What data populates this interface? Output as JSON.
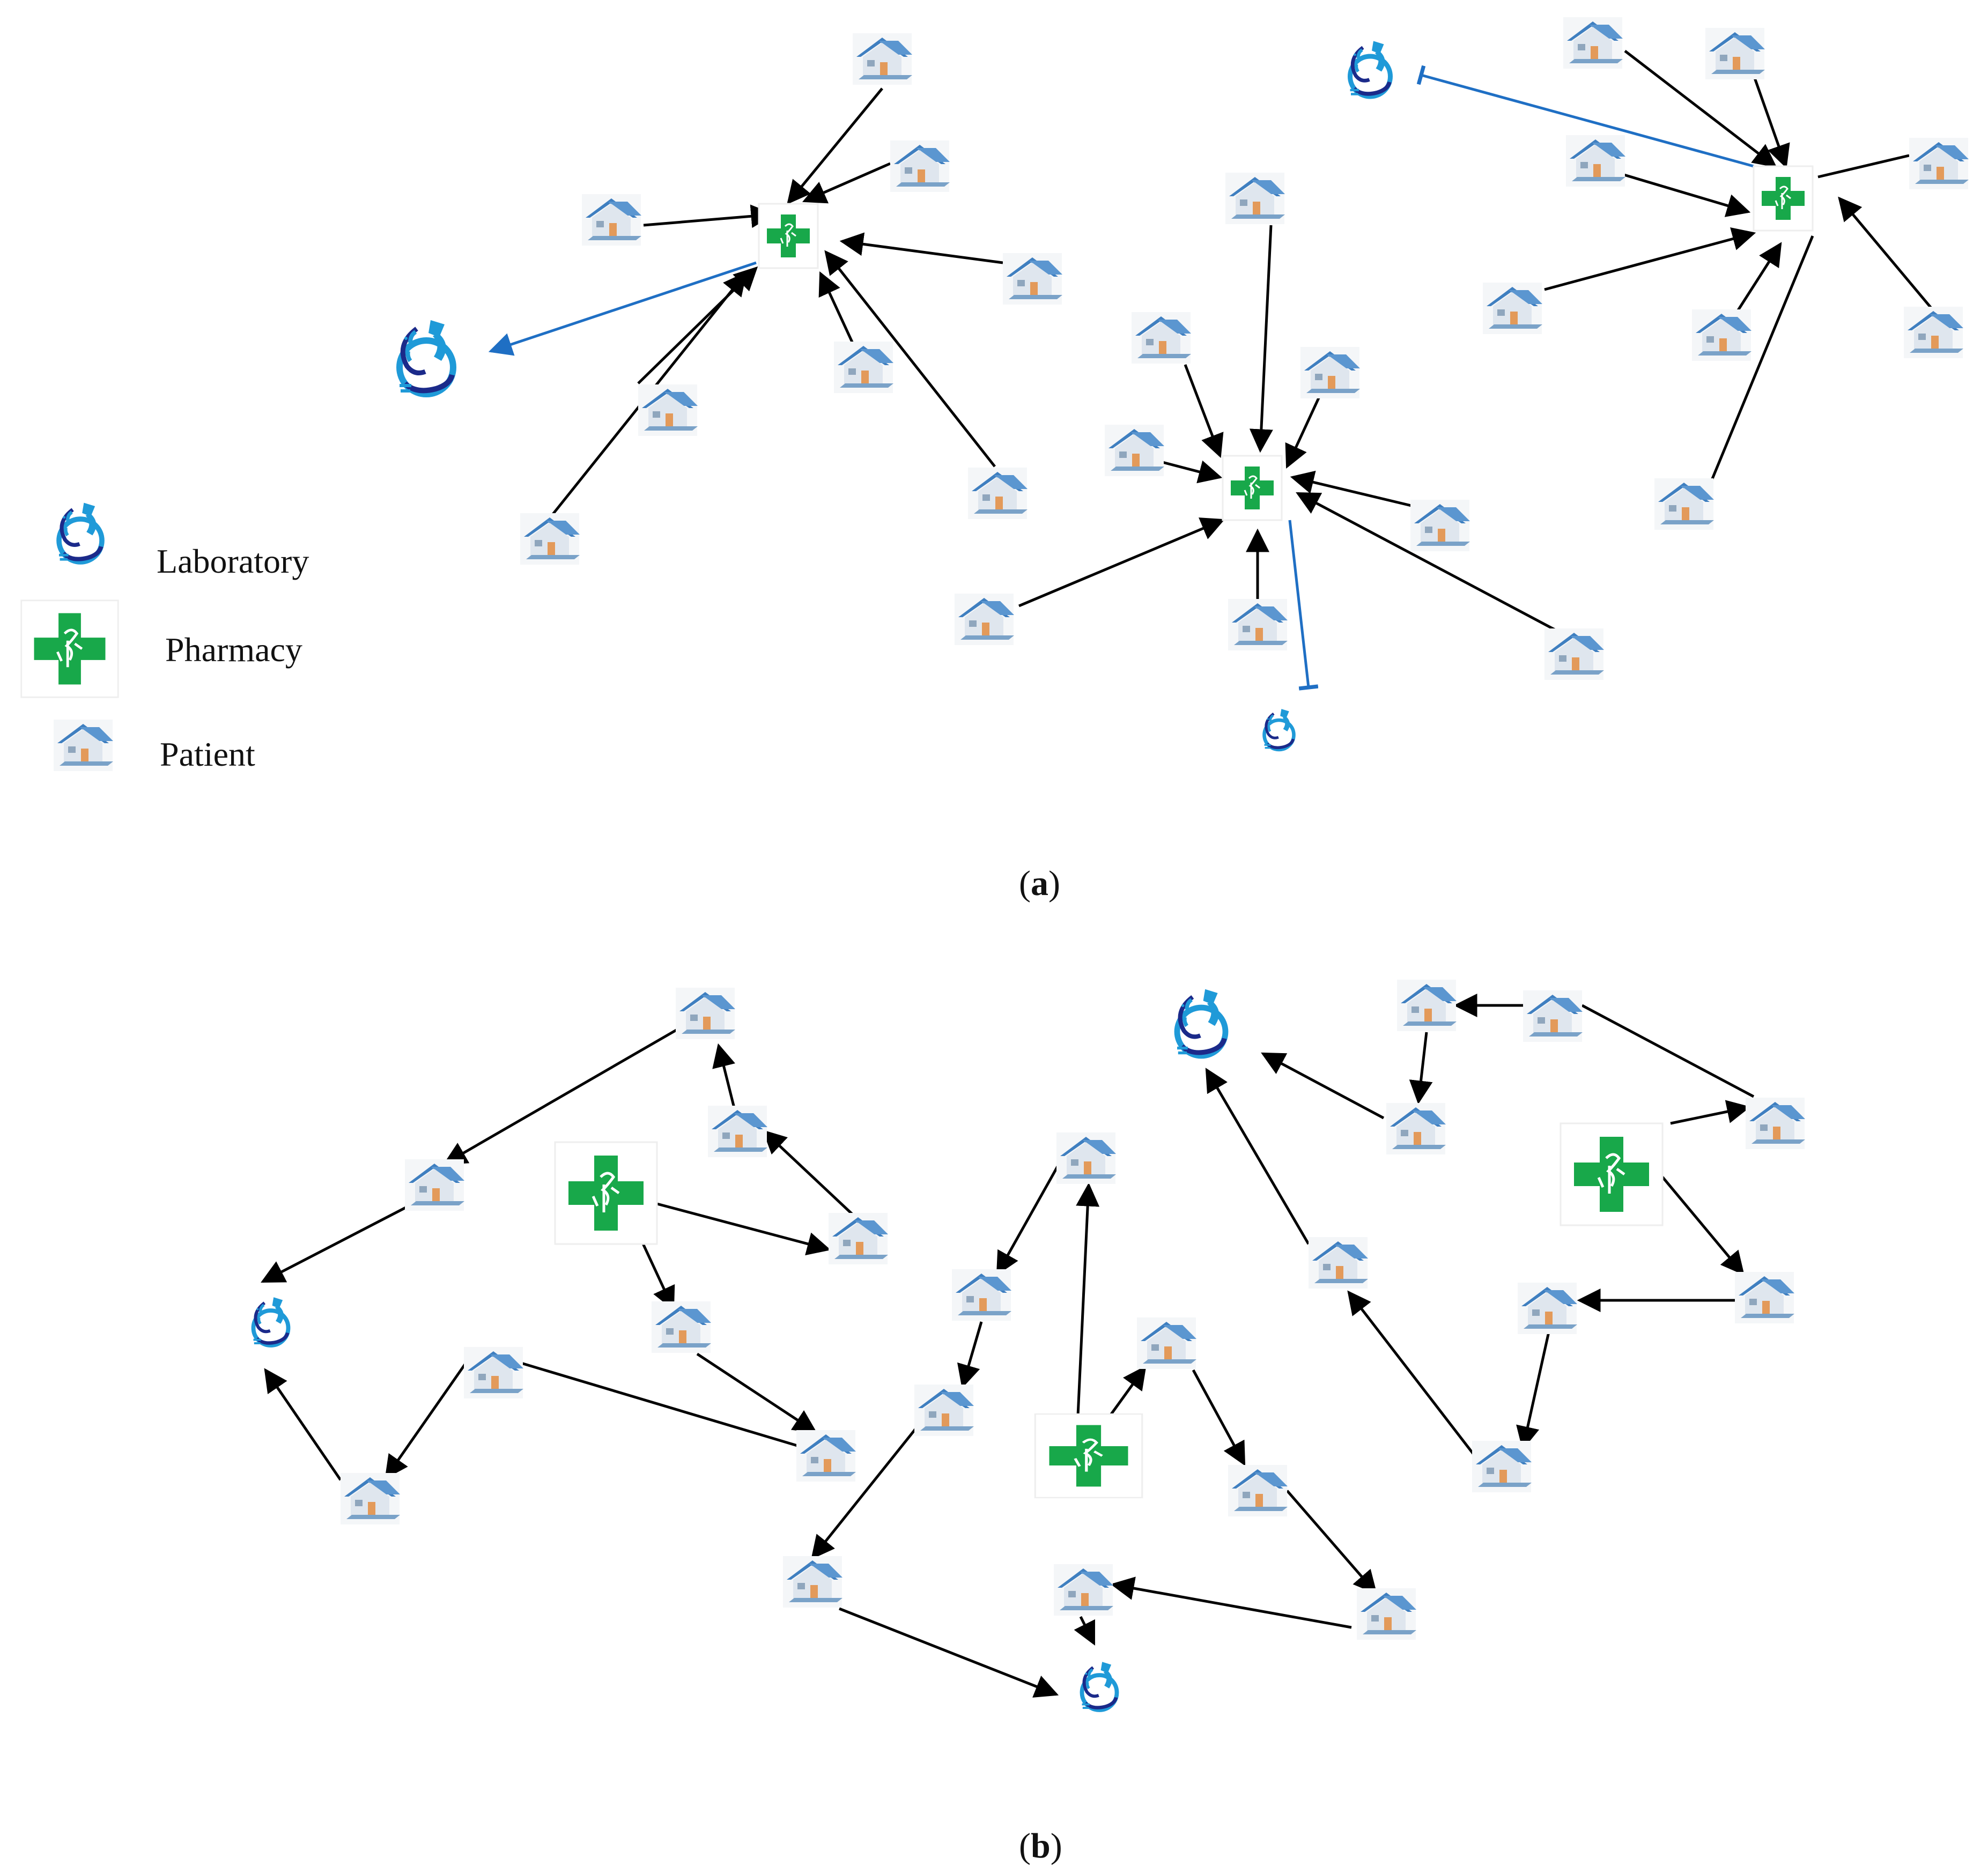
{
  "legend": {
    "laboratory": "Laboratory",
    "pharmacy": "Pharmacy",
    "patient": "Patient"
  },
  "captions": {
    "a": "a",
    "b": "b"
  },
  "colors": {
    "black_edge": "#000000",
    "blue_edge": "#1f6fc4",
    "pharmacy_green": "#18a84a",
    "house_roof": "#3f7fc0",
    "house_wall": "#dfe6ee",
    "house_door": "#e39a5a",
    "lab_blue": "#1f9ad8",
    "lab_dark": "#1b2a8a"
  },
  "icons": [
    "laboratory-icon",
    "pharmacy-icon",
    "patient-house-icon"
  ]
}
